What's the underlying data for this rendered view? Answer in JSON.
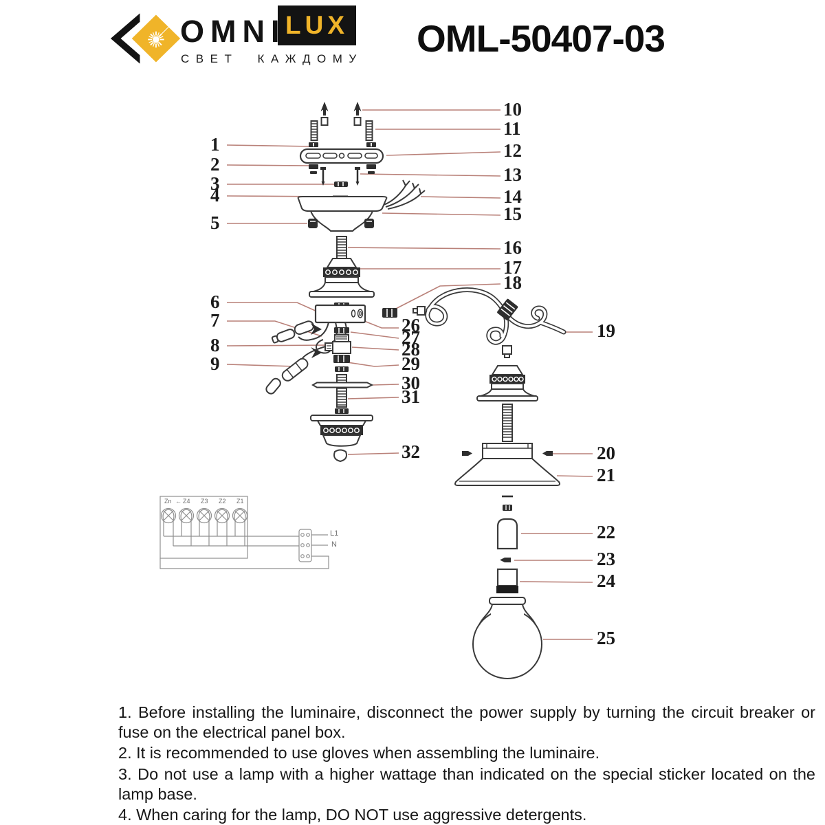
{
  "header": {
    "brand_primary": "OMNI",
    "brand_secondary": "LUX",
    "brand_tagline": "СВЕТ КАЖДОМУ",
    "model": "OML-50407-03"
  },
  "colors": {
    "brand_yellow": "#F0B429",
    "leader_line": "#B98179",
    "ink": "#3A3A3A"
  },
  "diagram": {
    "part_numbers": [
      "1",
      "2",
      "3",
      "4",
      "5",
      "6",
      "7",
      "8",
      "9",
      "10",
      "11",
      "12",
      "13",
      "14",
      "15",
      "16",
      "17",
      "18",
      "19",
      "20",
      "21",
      "22",
      "23",
      "24",
      "25",
      "26",
      "27",
      "28",
      "29",
      "30",
      "31",
      "32"
    ],
    "wiring": {
      "lamp_labels": [
        "Zn",
        "←",
        "Z4",
        "Z3",
        "Z2",
        "Z1"
      ],
      "line_live": "L1",
      "line_neutral": "N"
    }
  },
  "instructions": [
    "1. Before installing the luminaire, disconnect the power supply by turning the circuit breaker or fuse on the electrical panel box.",
    "2. It is recommended to use gloves when assembling the luminaire.",
    "3. Do not use a lamp with a higher wattage than indicated on the special sticker located on the lamp base.",
    "4. When caring for the lamp, DO NOT use aggressive detergents."
  ]
}
